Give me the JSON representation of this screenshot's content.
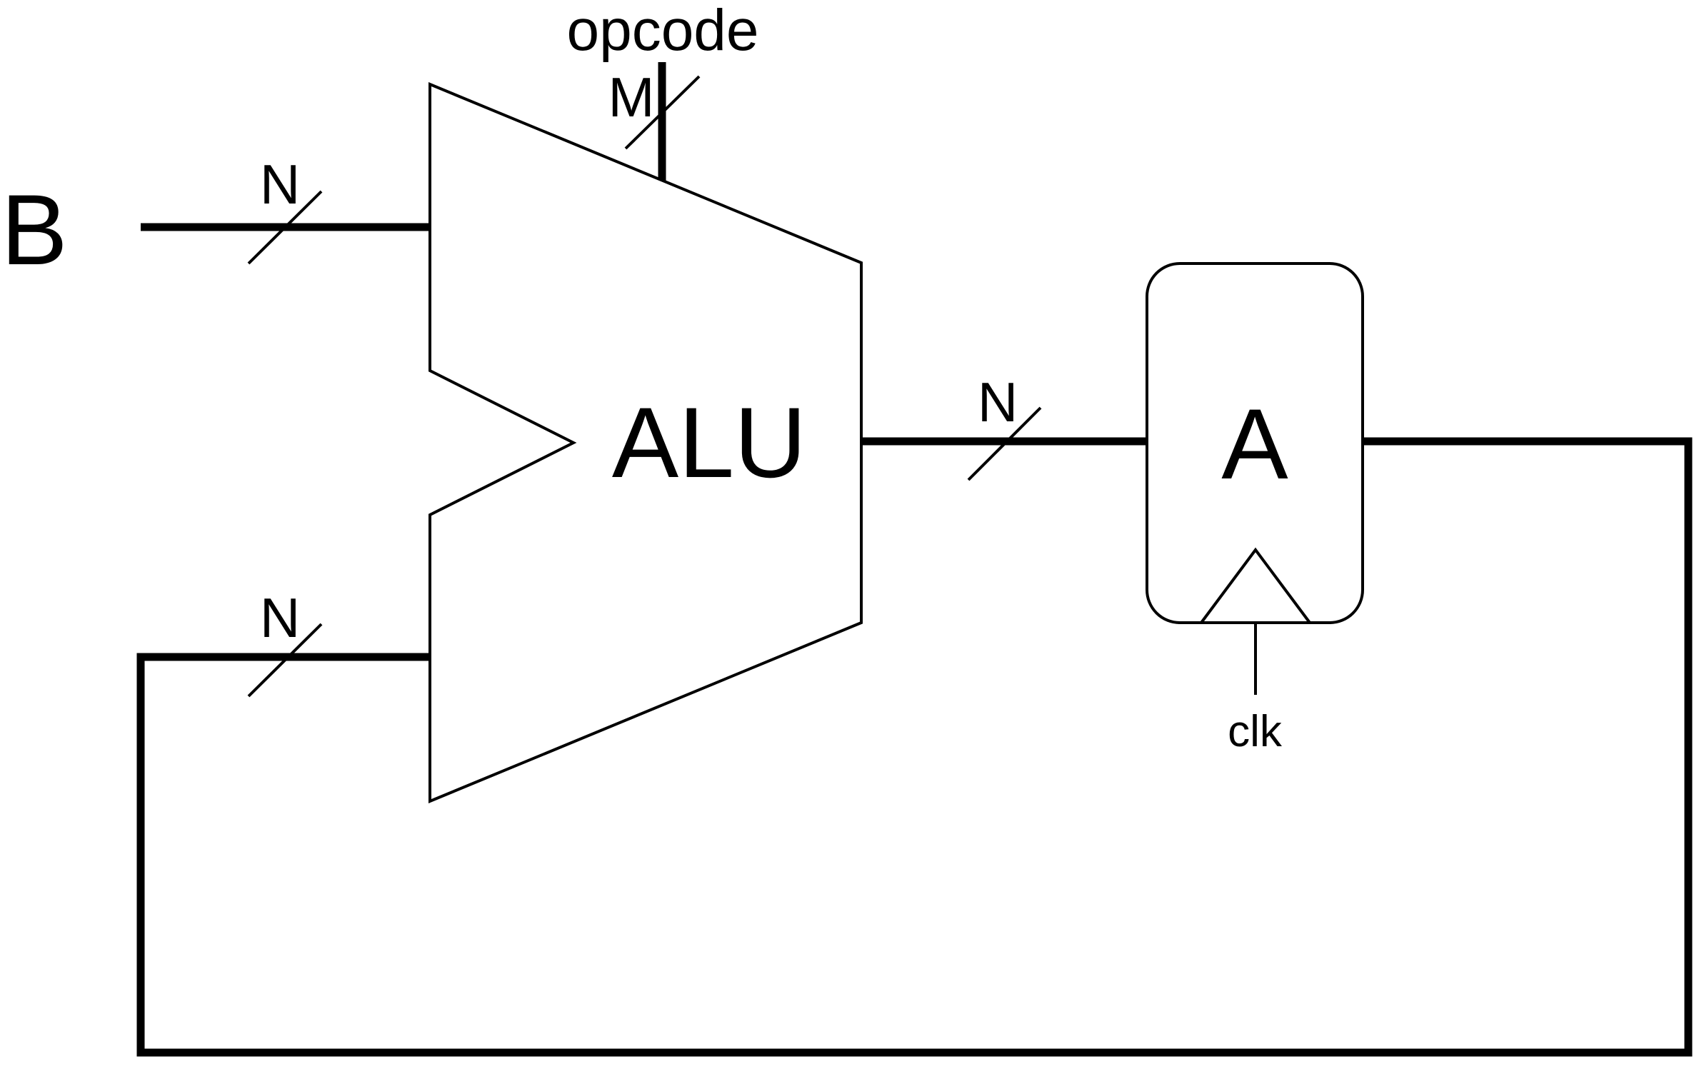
{
  "diagram": {
    "input_label": "B",
    "alu_label": "ALU",
    "register_label": "A",
    "opcode_label": "opcode",
    "opcode_width": "M",
    "bus_width_b": "N",
    "bus_width_feedback": "N",
    "bus_width_out": "N",
    "clock_label": "clk"
  }
}
